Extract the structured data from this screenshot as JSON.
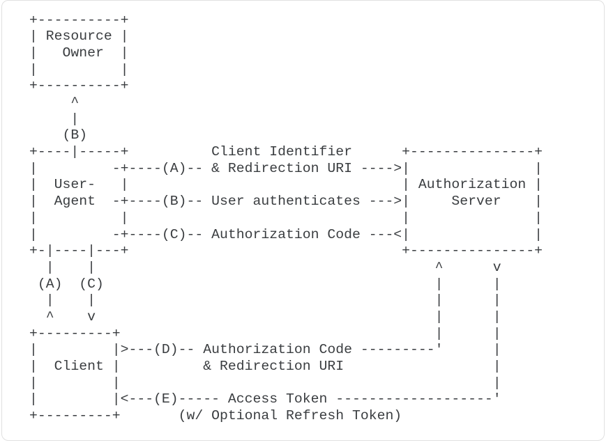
{
  "page": {
    "background_color": "#ffffff",
    "frame_border_color": "#e0e0e0",
    "text_color": "#3a3d40"
  },
  "diagram": {
    "type": "ascii-flow-diagram",
    "entities": [
      "Resource Owner",
      "User-Agent",
      "Client",
      "Authorization Server"
    ],
    "steps": [
      {
        "id": "(A)",
        "label": "Client Identifier & Redirection URI"
      },
      {
        "id": "(B)",
        "label": "User authenticates"
      },
      {
        "id": "(C)",
        "label": "Authorization Code"
      },
      {
        "id": "(D)",
        "label": "Authorization Code & Redirection URI"
      },
      {
        "id": "(E)",
        "label": "Access Token (w/ Optional Refresh Token)"
      }
    ],
    "lines": [
      "+----------+",
      "| Resource |",
      "|   Owner  |",
      "|          |",
      "+----------+",
      "     ^",
      "     |",
      "    (B)",
      "+----|-----+          Client Identifier      +---------------+",
      "|         -+----(A)-- & Redirection URI ---->|               |",
      "|  User-   |                                 | Authorization |",
      "|  Agent  -+----(B)-- User authenticates --->|     Server    |",
      "|          |                                 |               |",
      "|         -+----(C)-- Authorization Code ---<|               |",
      "+-|----|---+                                 +---------------+",
      "  |    |                                         ^      v",
      " (A)  (C)                                        |      |",
      "  |    |                                         |      |",
      "  ^    v                                         |      |",
      "+---------+                                      |      |",
      "|         |>---(D)-- Authorization Code ---------'      |",
      "|  Client |          & Redirection URI                  |",
      "|         |                                             |",
      "|         |<---(E)----- Access Token -------------------'",
      "+---------+       (w/ Optional Refresh Token)"
    ]
  }
}
